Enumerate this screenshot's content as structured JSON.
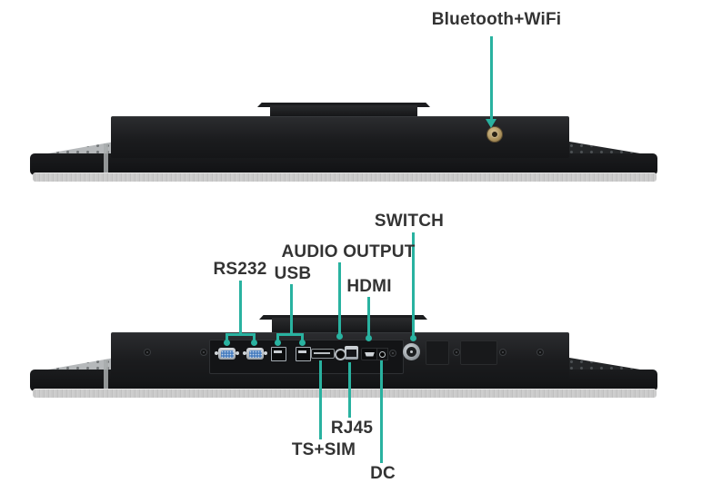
{
  "colors": {
    "accent": "#29b2a0",
    "label_text": "#333333",
    "device_black": "#1a1b1d",
    "bezel_silver": "#c7c7c7",
    "rs232_blue": "#4a7fc0",
    "antenna_gold": "#b3945c",
    "background": "#ffffff"
  },
  "annotations": {
    "bluetooth_wifi": "Bluetooth+WiFi",
    "switch": "SWITCH",
    "audio_output": "AUDIO OUTPUT",
    "rs232": "RS232",
    "usb": "USB",
    "hdmi": "HDMI",
    "rj45": "RJ45",
    "ts_sim": "TS+SIM",
    "dc": "DC"
  }
}
